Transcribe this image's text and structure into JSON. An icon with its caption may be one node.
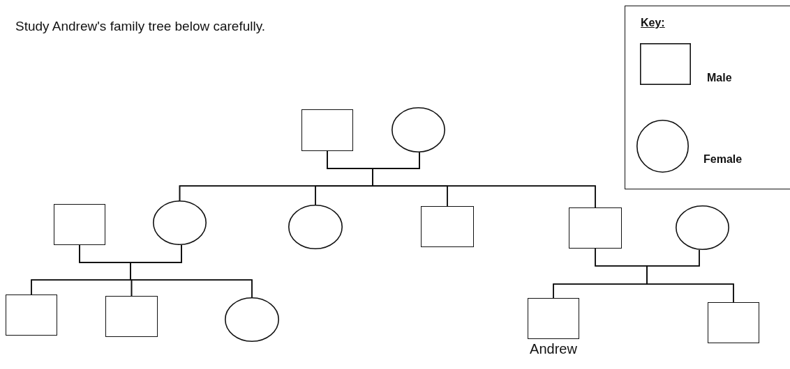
{
  "diagram": {
    "title": "Study Andrew's family tree below carefully.",
    "nodes": [
      {
        "text": [],
        "shape": "box"
      },
      {
        "text": [],
        "shape": "circle"
      },
      {
        "text": [],
        "shape": "box"
      },
      {
        "text": [],
        "shape": "circle"
      },
      {
        "text": [],
        "shape": "circle"
      },
      {
        "text": [],
        "shape": "box"
      },
      {
        "text": [],
        "shape": "box"
      },
      {
        "text": [],
        "shape": "circle"
      },
      {
        "text": [],
        "shape": "box"
      },
      {
        "text": [],
        "shape": "box"
      },
      {
        "text": [],
        "shape": "circle"
      },
      {
        "text": [],
        "shape": "box",
        "beside": [
          "Andrew"
        ]
      },
      {
        "text": [],
        "shape": "box"
      }
    ],
    "edges": [
      {
        "from": 0,
        "to": 3,
        "arrow": "none"
      },
      {
        "from": 0,
        "to": 4,
        "arrow": "none"
      },
      {
        "from": 0,
        "to": 5,
        "arrow": "none"
      },
      {
        "from": 0,
        "to": 6,
        "arrow": "none"
      },
      {
        "from": 1,
        "to": 3,
        "arrow": "none"
      },
      {
        "from": 1,
        "to": 4,
        "arrow": "none"
      },
      {
        "from": 1,
        "to": 5,
        "arrow": "none"
      },
      {
        "from": 1,
        "to": 6,
        "arrow": "none"
      },
      {
        "from": 2,
        "to": 8,
        "arrow": "none"
      },
      {
        "from": 2,
        "to": 9,
        "arrow": "none"
      },
      {
        "from": 2,
        "to": 10,
        "arrow": "none"
      },
      {
        "from": 3,
        "to": 8,
        "arrow": "none"
      },
      {
        "from": 3,
        "to": 9,
        "arrow": "none"
      },
      {
        "from": 3,
        "to": 10,
        "arrow": "none"
      },
      {
        "from": 6,
        "to": 11,
        "arrow": "none"
      },
      {
        "from": 6,
        "to": 12,
        "arrow": "none"
      },
      {
        "from": 7,
        "to": 11,
        "arrow": "none"
      },
      {
        "from": 7,
        "to": 12,
        "arrow": "none"
      }
    ],
    "labels": [
      "Key:"
    ],
    "legend": [
      {
        "text": "Male"
      },
      {
        "text": "Female"
      }
    ]
  }
}
